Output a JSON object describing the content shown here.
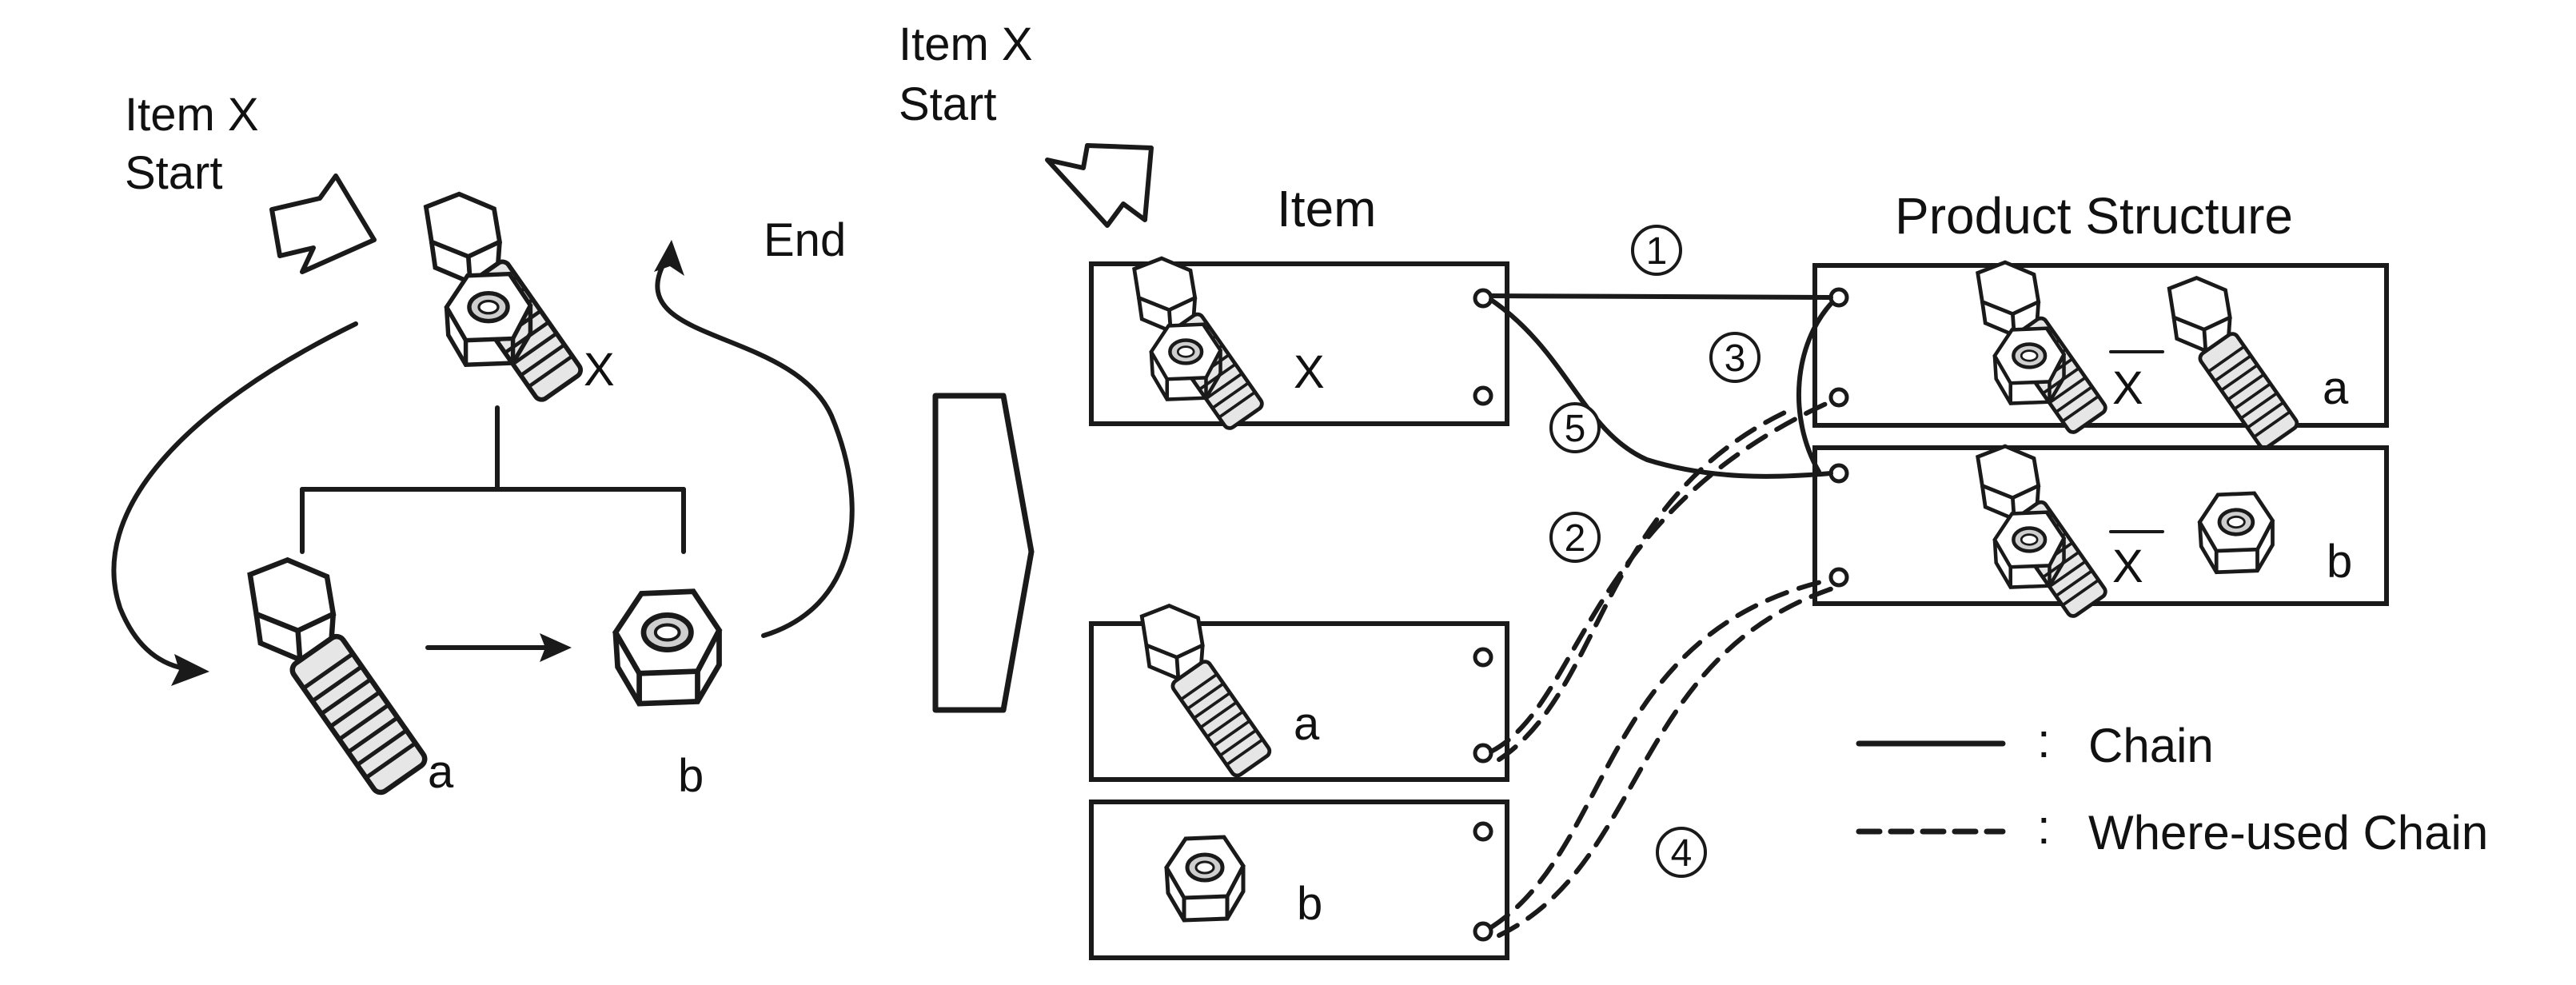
{
  "left": {
    "start_label_line1": "Item X",
    "start_label_line2": "Start",
    "end_label": "End",
    "parent_label": "X",
    "child_a_label": "a",
    "child_b_label": "b"
  },
  "right": {
    "start_label_line1": "Item X",
    "start_label_line2": "Start",
    "item_header": "Item",
    "ps_header": "Product Structure",
    "items": [
      {
        "label": "X"
      },
      {
        "label": "a"
      },
      {
        "label": "b"
      }
    ],
    "product_structure": [
      {
        "parent": "X",
        "child": "a"
      },
      {
        "parent": "X",
        "child": "b"
      }
    ],
    "steps": [
      "1",
      "2",
      "3",
      "4",
      "5"
    ]
  },
  "legend": {
    "solid_sep": ":",
    "solid_label": "Chain",
    "dashed_sep": ":",
    "dashed_label": "Where-used Chain"
  },
  "colors": {
    "ink": "#1a1a1a",
    "background": "#ffffff",
    "bolt_fill": "#d9d9d9"
  }
}
